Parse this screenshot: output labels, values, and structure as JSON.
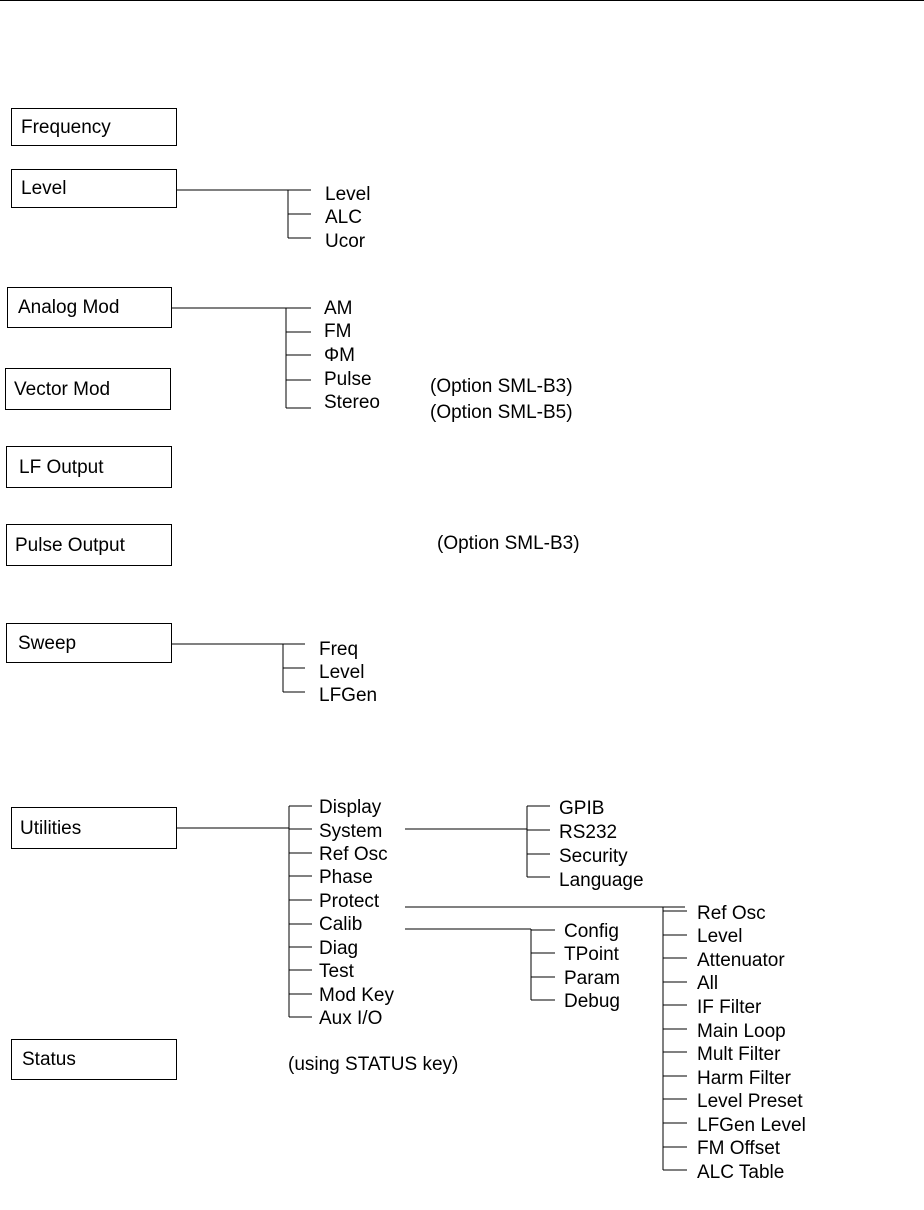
{
  "boxes": {
    "frequency": "Frequency",
    "level": "Level",
    "analog_mod": "Analog Mod",
    "vector_mod": "Vector Mod",
    "lf_output": "LF Output",
    "pulse_output": "Pulse Output",
    "sweep": "Sweep",
    "utilities": "Utilities",
    "status": "Status"
  },
  "level_items": [
    "Level",
    "ALC",
    "Ucor"
  ],
  "analog_items": [
    "AM",
    "FM",
    "ΦM",
    "Pulse",
    "Stereo"
  ],
  "notes": {
    "pulse_option": "(Option SML-B3)",
    "stereo_option": "(Option SML-B5)",
    "pulse_output_option": "(Option SML-B3)",
    "status_note": "(using STATUS key)"
  },
  "sweep_items": [
    "Freq",
    "Level",
    "LFGen"
  ],
  "utilities_items": [
    "Display",
    "System",
    "Ref Osc",
    "Phase",
    "Protect",
    "Calib",
    "Diag",
    "Test",
    "Mod Key",
    "Aux I/O"
  ],
  "system_items": [
    "GPIB",
    "RS232",
    "Security",
    "Language"
  ],
  "calib_items": [
    "Config",
    "TPoint",
    "Param",
    "Debug"
  ],
  "protect_items": [
    "Ref Osc",
    "Level",
    "Attenuator",
    "All",
    "IF Filter",
    "Main Loop",
    "Mult Filter",
    "Harm Filter",
    "Level Preset",
    "LFGen Level",
    "FM Offset",
    "ALC Table"
  ]
}
